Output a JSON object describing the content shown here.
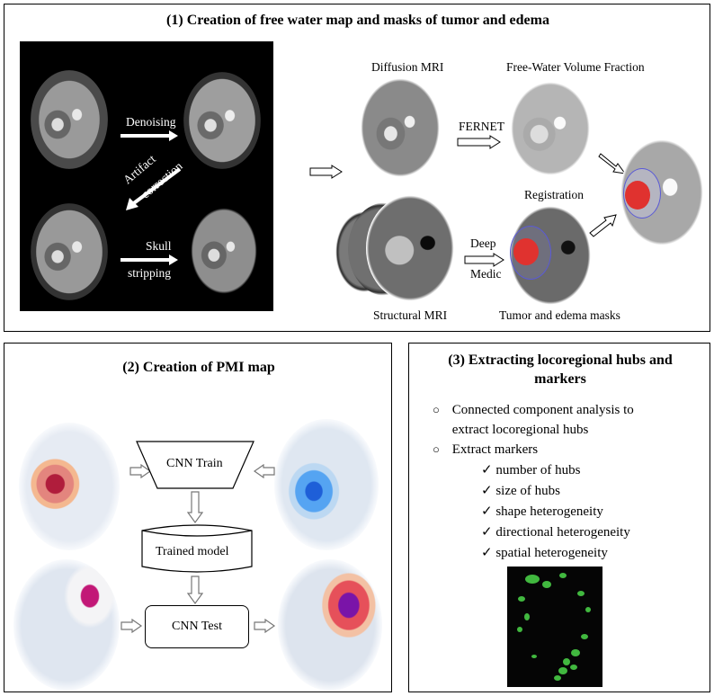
{
  "panel1": {
    "title": "(1) Creation of free water map and masks of tumor and edema",
    "steps": {
      "denoising": "Denoising",
      "artifact": "Artifact",
      "correction": "correction",
      "skull": "Skull",
      "stripping": "stripping"
    },
    "labels": {
      "diffusion_mri": "Diffusion MRI",
      "fw_fraction": "Free-Water Volume Fraction",
      "fernet": "FERNET",
      "registration": "Registration",
      "deep": "Deep",
      "medic": "Medic",
      "structural_mri": "Structural MRI",
      "tumor_masks": "Tumor and edema masks"
    }
  },
  "panel2": {
    "title": "(2) Creation of PMI map",
    "cnn_train": "CNN Train",
    "trained_model": "Trained model",
    "cnn_test": "CNN Test"
  },
  "panel3": {
    "title_line1": "(3) Extracting locoregional hubs and",
    "title_line2": "markers",
    "bullets": [
      {
        "line1": "Connected component analysis to",
        "line2": "extract locoregional hubs"
      },
      {
        "line1": "Extract markers",
        "line2": ""
      }
    ],
    "markers": [
      "number of hubs",
      "size of hubs",
      "shape heterogeneity",
      "directional heterogeneity",
      "spatial heterogeneity"
    ]
  },
  "icons": {
    "bullet": "○",
    "check": "✓"
  },
  "colors": {
    "tumor_red": "#e0322f",
    "edema_blue": "#5a5ad6",
    "pmi_blue": "#3b8fe8",
    "pmi_purple": "#8a1fb0",
    "hub_green": "#4cd84a"
  }
}
